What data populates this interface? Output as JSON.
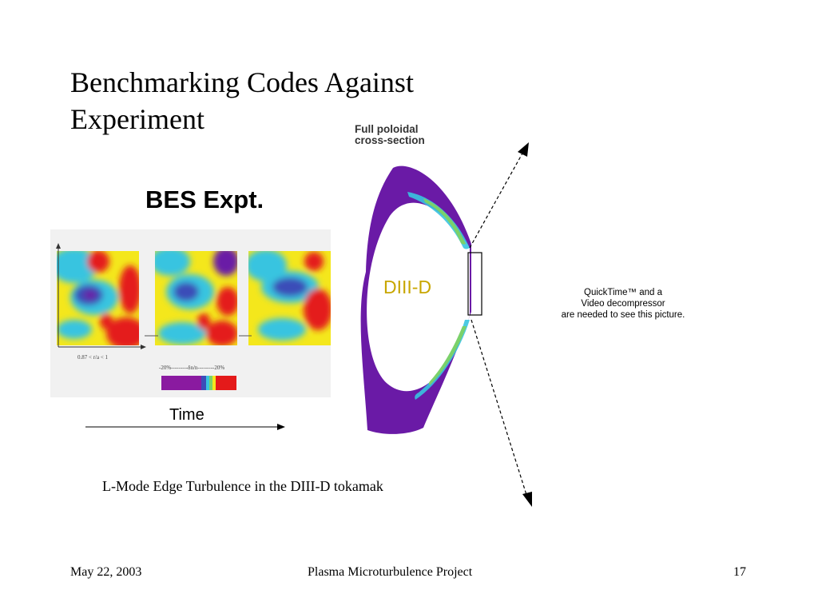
{
  "slide": {
    "title_line1": "Benchmarking Codes Against",
    "title_line2": "Experiment",
    "bes": {
      "title": "BES Expt.",
      "axis_note": "0.87 < r/a < 1",
      "colorbar_label": "-20%---------δn/n---------20%",
      "time_label": "Time"
    },
    "tokamak": {
      "section_label_line1": "Full poloidal",
      "section_label_line2": "cross-section",
      "device_label": "DIII-D",
      "device_label_color": "#c8a600"
    },
    "quicktime": {
      "line1": "QuickTime™ and a",
      "line2": "Video decompressor",
      "line3": "are needed to see this picture."
    },
    "caption": "L-Mode Edge Turbulence in the DIII-D tokamak",
    "footer": {
      "date": "May  22, 2003",
      "center": "Plasma Microturbulence Project",
      "page": "17"
    },
    "colors": {
      "plasma_purple": "#6a1aa6",
      "turbulence_red": "#e41a1a",
      "turbulence_yellow": "#f4e71c",
      "turbulence_blue": "#3b4db8",
      "turbulence_cyan": "#39c4e0"
    }
  }
}
